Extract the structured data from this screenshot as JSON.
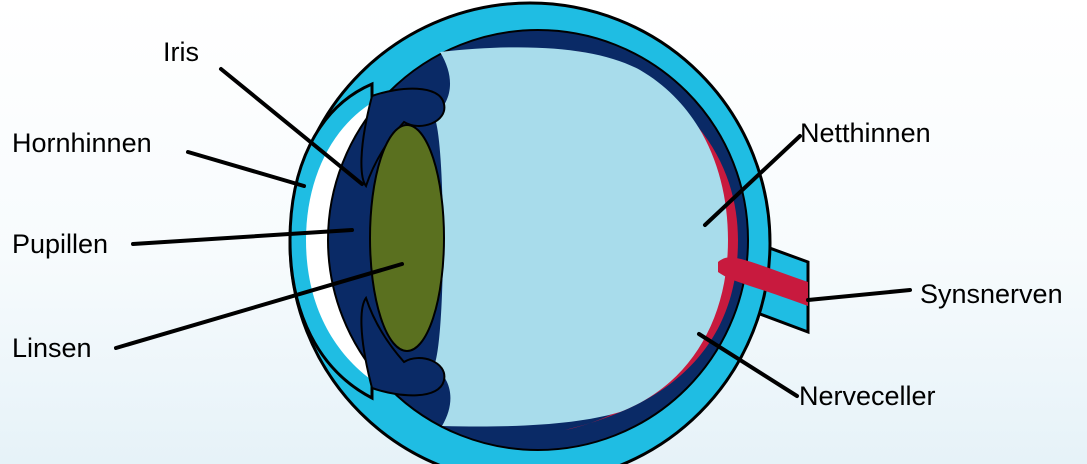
{
  "colors": {
    "outer_layer": "#1fbde3",
    "choroid": "#0a2a66",
    "retina": "#c81a3e",
    "vitreous": "#a8dceb",
    "lens": "#5a701f",
    "cornea_fill": "#ffffff",
    "outline": "#000000"
  },
  "labels": {
    "iris": "Iris",
    "hornhinnen": "Hornhinnen",
    "pupillen": "Pupillen",
    "linsen": "Linsen",
    "netthinnen": "Netthinnen",
    "synsnerven": "Synsnerven",
    "nerveceller": "Nerveceller"
  }
}
